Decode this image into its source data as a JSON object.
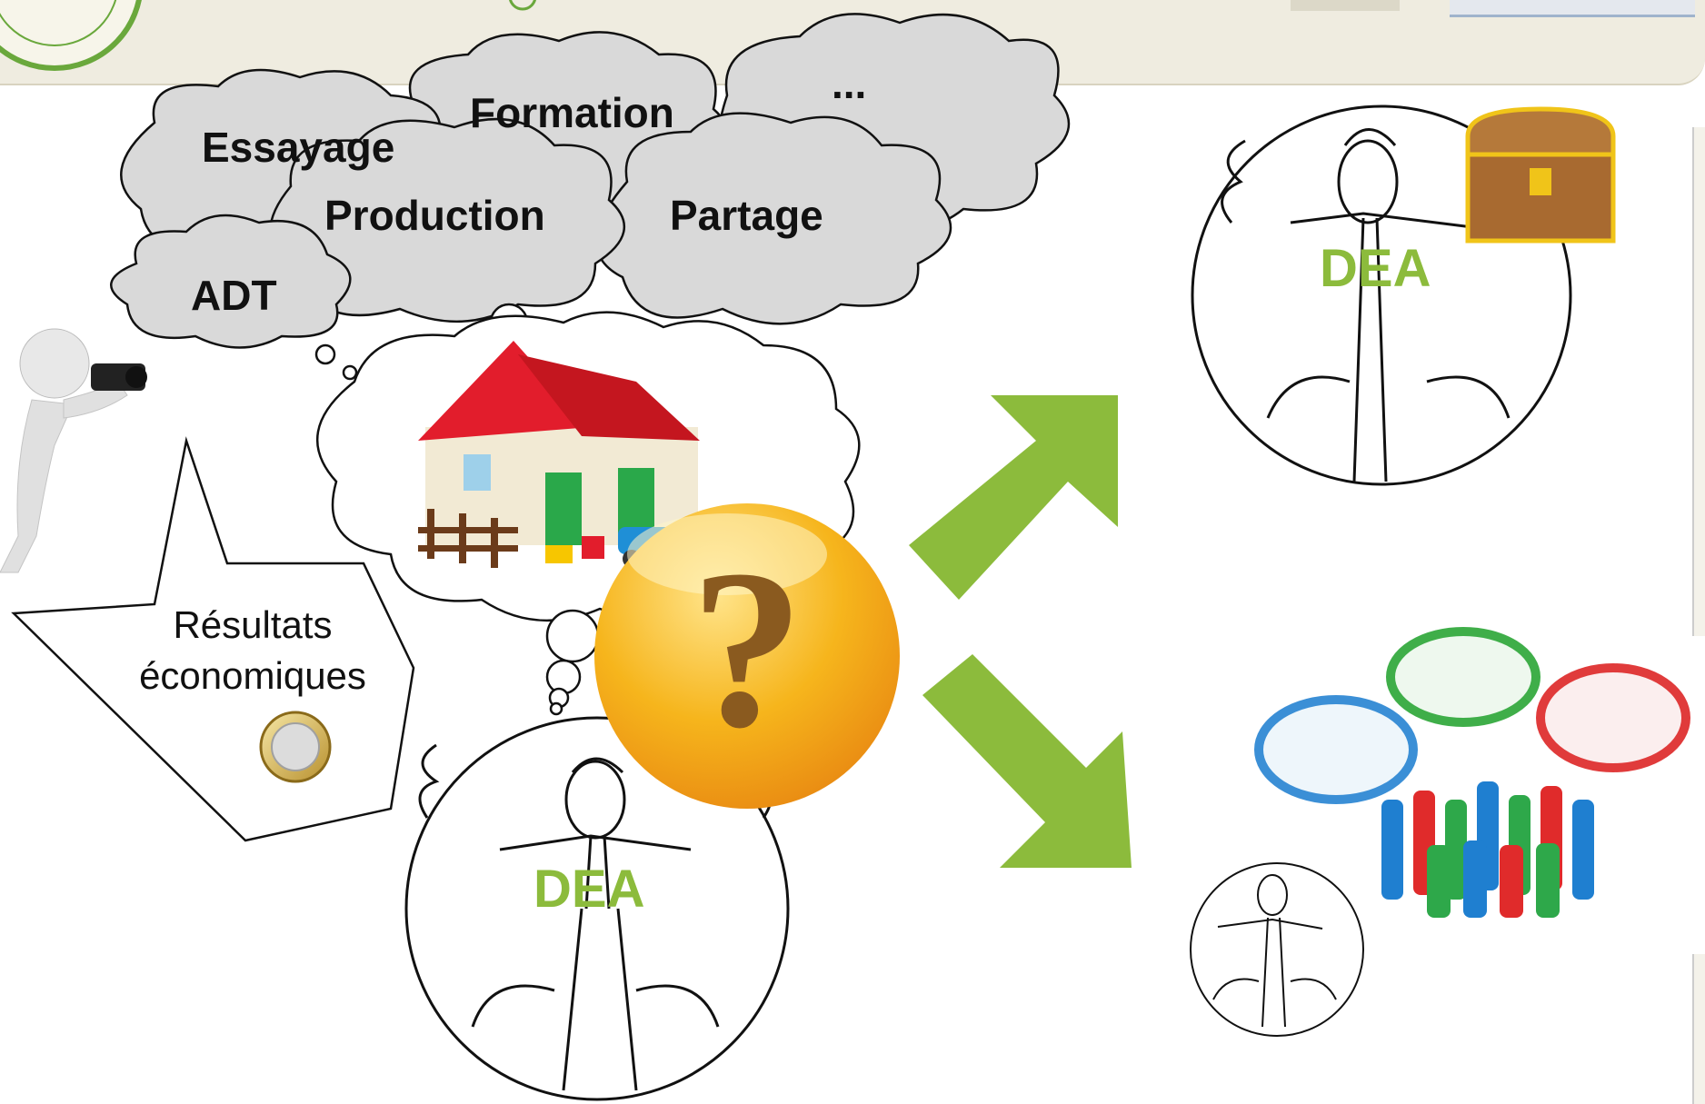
{
  "clouds": {
    "essayage": "Essayage",
    "formation": "Formation",
    "ellipsis": "...",
    "production": "Production",
    "partage": "Partage",
    "adt": "ADT"
  },
  "callout": {
    "line1": "Résultats",
    "line2": "économiques"
  },
  "dea": {
    "top_right": "DEA",
    "bottom_center": "DEA"
  },
  "question_mark": "?",
  "colors": {
    "arrow": "#8cbb3c",
    "dea_text": "#8cbb3c",
    "cloud_fill": "#d9d9d9",
    "banner": "#efece0",
    "question_gold": "#f4b400"
  }
}
